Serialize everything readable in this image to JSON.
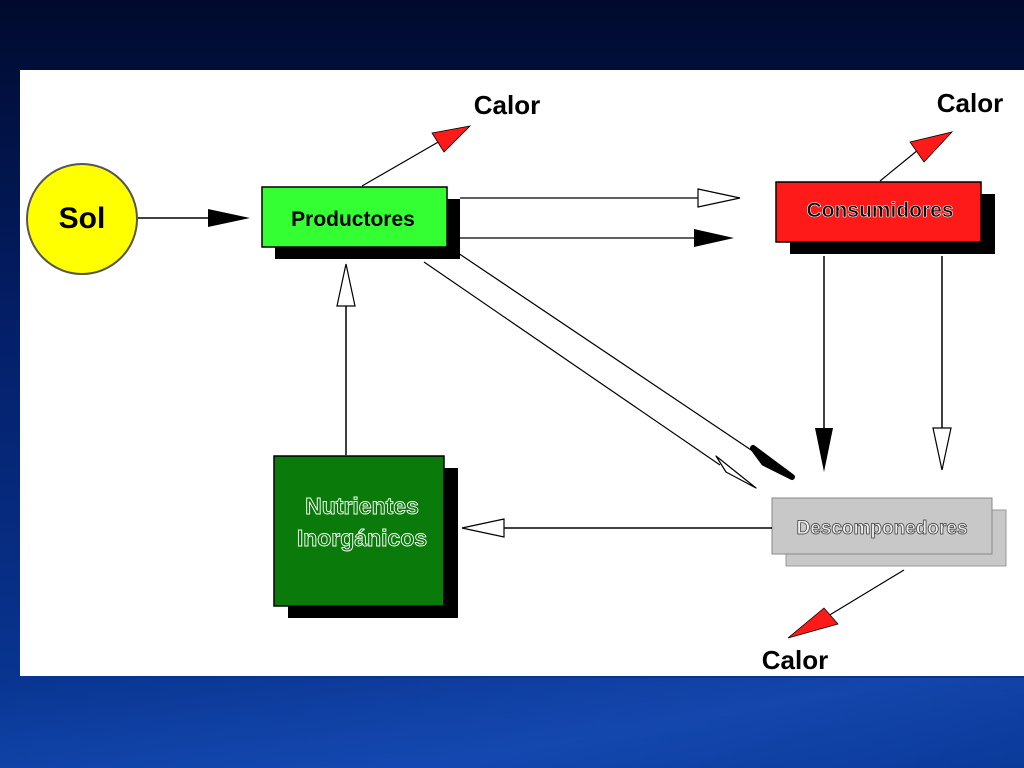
{
  "diagram": {
    "nodes": {
      "sol": {
        "label": "Sol",
        "color": "#ffff00"
      },
      "productores": {
        "label": "Productores",
        "color": "#33ff33"
      },
      "consumidores": {
        "label": "Consumidores",
        "color": "#ff1a1a"
      },
      "descomponedores": {
        "label": "Descomponedores",
        "color": "#c8c8c8"
      },
      "nutrientes": {
        "line1": "Nutrientes",
        "line2": "Inorgánicos",
        "color": "#0a7a0a"
      }
    },
    "heat_labels": {
      "productores": "Calor",
      "consumidores": "Calor",
      "descomponedores": "Calor"
    },
    "colors": {
      "heat_arrow": "#ff1a1a",
      "background": "#04206b",
      "panel": "#ffffff"
    }
  }
}
